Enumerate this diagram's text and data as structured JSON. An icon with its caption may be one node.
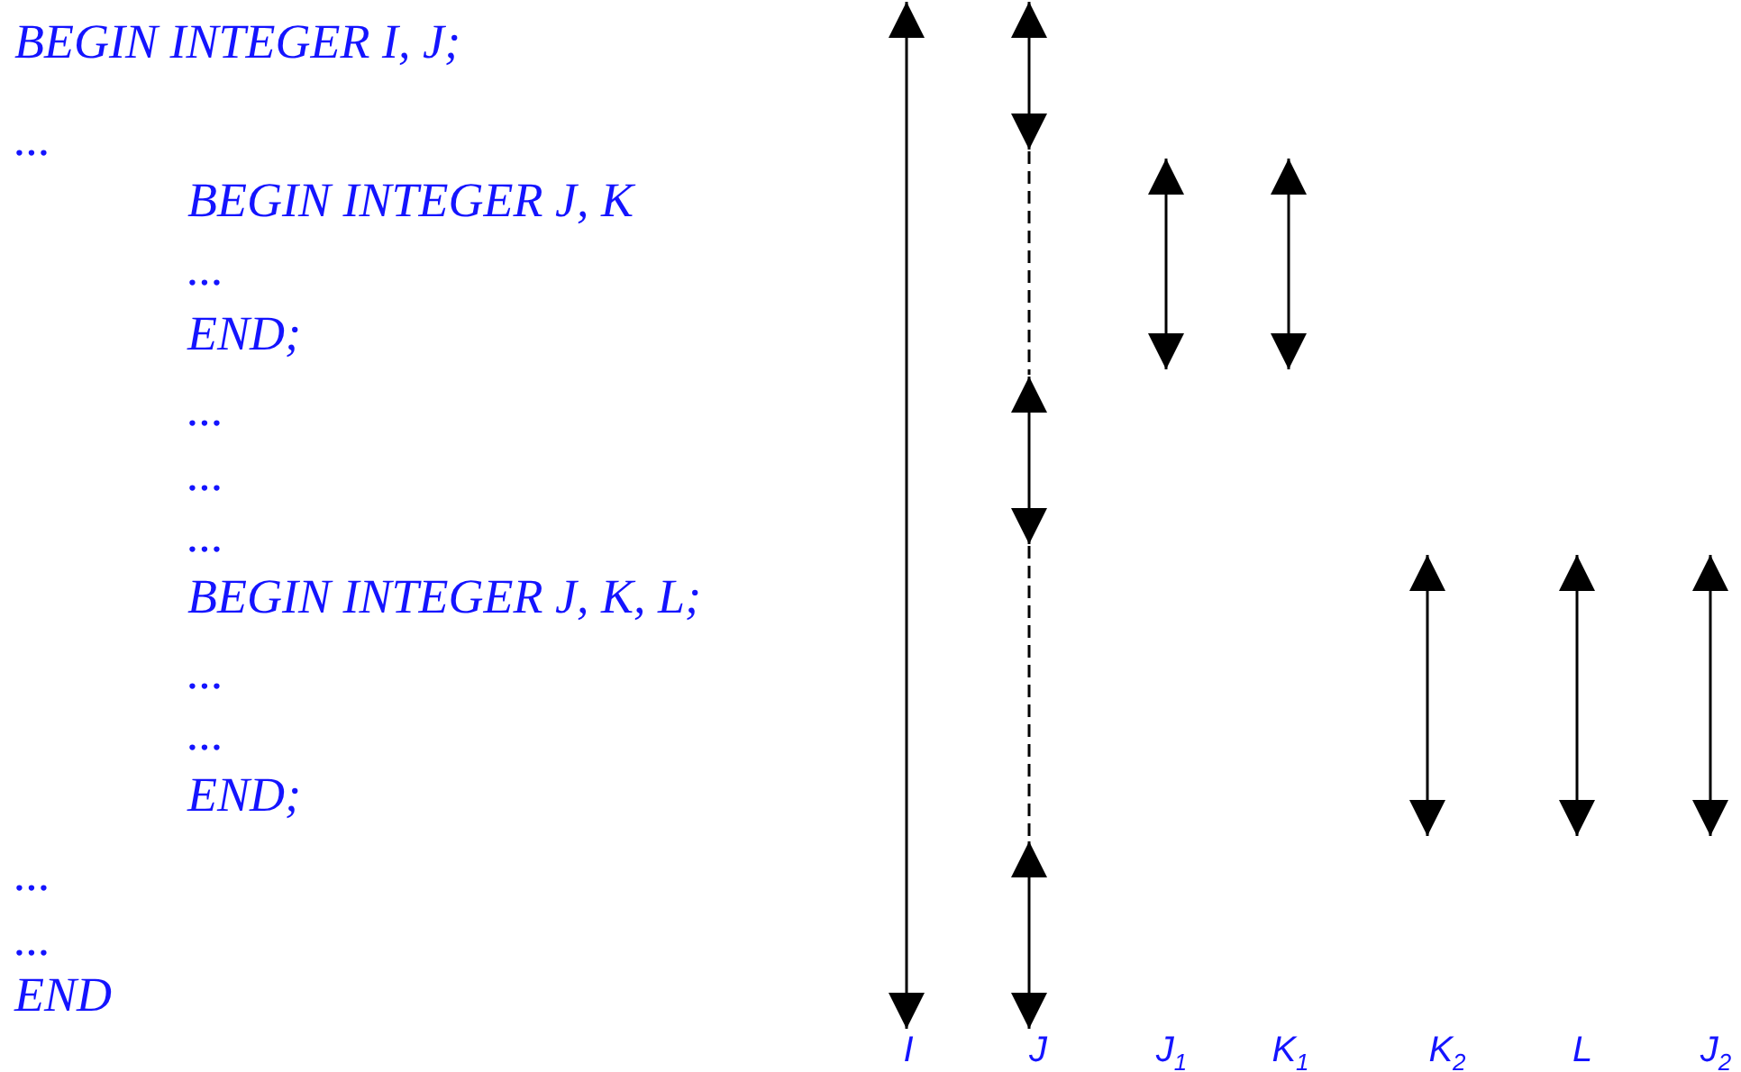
{
  "diagram": {
    "labels": [
      "BEGIN INTEGER I, J;",
      "...",
      "BEGIN INTEGER J, K",
      "...",
      "END;",
      "...",
      "...",
      "...",
      "BEGIN INTEGER J, K, L;",
      "...",
      "...",
      "END;",
      "...",
      "...",
      "END",
      "I",
      "J",
      "J$_{1}$",
      "K$_{1}$",
      "K$_{2}$",
      "L",
      "J$_{2}$"
    ]
  }
}
